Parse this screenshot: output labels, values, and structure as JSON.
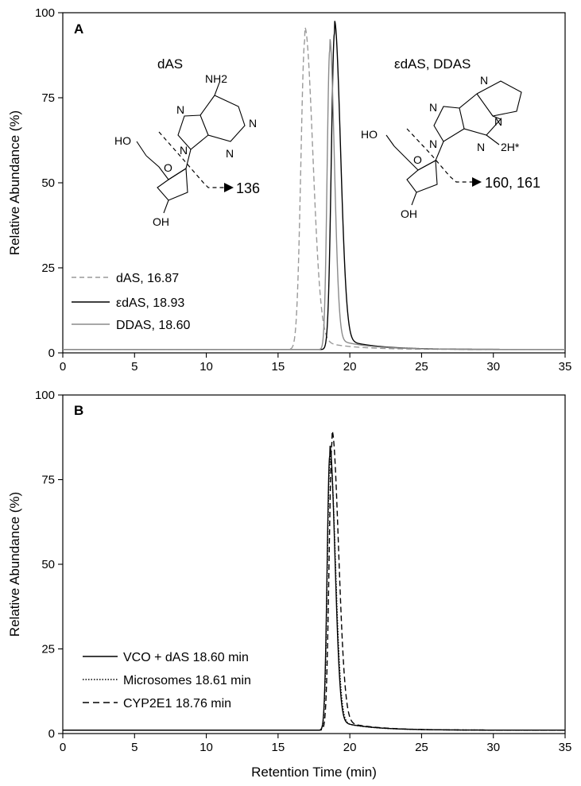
{
  "chart_data": [
    {
      "panel": "A",
      "type": "line",
      "xlim": [
        0,
        35
      ],
      "ylim": [
        0,
        100
      ],
      "xticks": [
        0,
        5,
        10,
        15,
        20,
        25,
        30,
        35
      ],
      "yticks": [
        0,
        25,
        50,
        75,
        100
      ],
      "ylabel": "Relative Abundance (%)",
      "xlabel": "",
      "grid": false,
      "legend_position": "bottom-left",
      "series": [
        {
          "name": "dAS, 16.87",
          "style": "dashed",
          "color": "#9a9a9a",
          "peak_x": 16.87,
          "peak_y": 92,
          "baseline": 1,
          "rise_width": 0.28,
          "tail_width": 0.55
        },
        {
          "name": "εdAS, 18.93",
          "style": "solid",
          "color": "#000000",
          "peak_x": 18.93,
          "peak_y": 94,
          "baseline": 1,
          "rise_width": 0.22,
          "tail_width": 0.42
        },
        {
          "name": "DDAS, 18.60",
          "style": "solid",
          "color": "#8a8a8a",
          "peak_x": 18.6,
          "peak_y": 89,
          "baseline": 1,
          "rise_width": 0.18,
          "tail_width": 0.32
        }
      ],
      "annotations": {
        "left_molecule": {
          "name": "dAS",
          "atoms": [
            "NH2",
            "N",
            "N",
            "N",
            "N",
            "HO",
            "O",
            "OH"
          ],
          "fragment": "136"
        },
        "right_molecule": {
          "name": "εdAS, DDAS",
          "atoms": [
            "N",
            "N",
            "N",
            "N",
            "N",
            "HO",
            "O",
            "OH",
            "2H*"
          ],
          "fragment": "160, 161"
        }
      }
    },
    {
      "panel": "B",
      "type": "line",
      "xlim": [
        0,
        35
      ],
      "ylim": [
        0,
        100
      ],
      "xticks": [
        0,
        5,
        10,
        15,
        20,
        25,
        30,
        35
      ],
      "yticks": [
        0,
        25,
        50,
        75,
        100
      ],
      "ylabel": "Relative Abundance (%)",
      "xlabel": "Retention Time (min)",
      "grid": false,
      "legend_position": "bottom-left",
      "series": [
        {
          "name": "VCO + dAS 18.60 min",
          "style": "solid",
          "color": "#000000",
          "peak_x": 18.6,
          "peak_y": 82,
          "baseline": 1,
          "rise_width": 0.18,
          "tail_width": 0.36
        },
        {
          "name": "Microsomes 18.61 min",
          "style": "dotted",
          "color": "#000000",
          "peak_x": 18.61,
          "peak_y": 80,
          "baseline": 1,
          "rise_width": 0.18,
          "tail_width": 0.38
        },
        {
          "name": "CYP2E1 18.76 min",
          "style": "dashed",
          "color": "#000000",
          "peak_x": 18.76,
          "peak_y": 86,
          "baseline": 1,
          "rise_width": 0.2,
          "tail_width": 0.45
        }
      ]
    }
  ]
}
